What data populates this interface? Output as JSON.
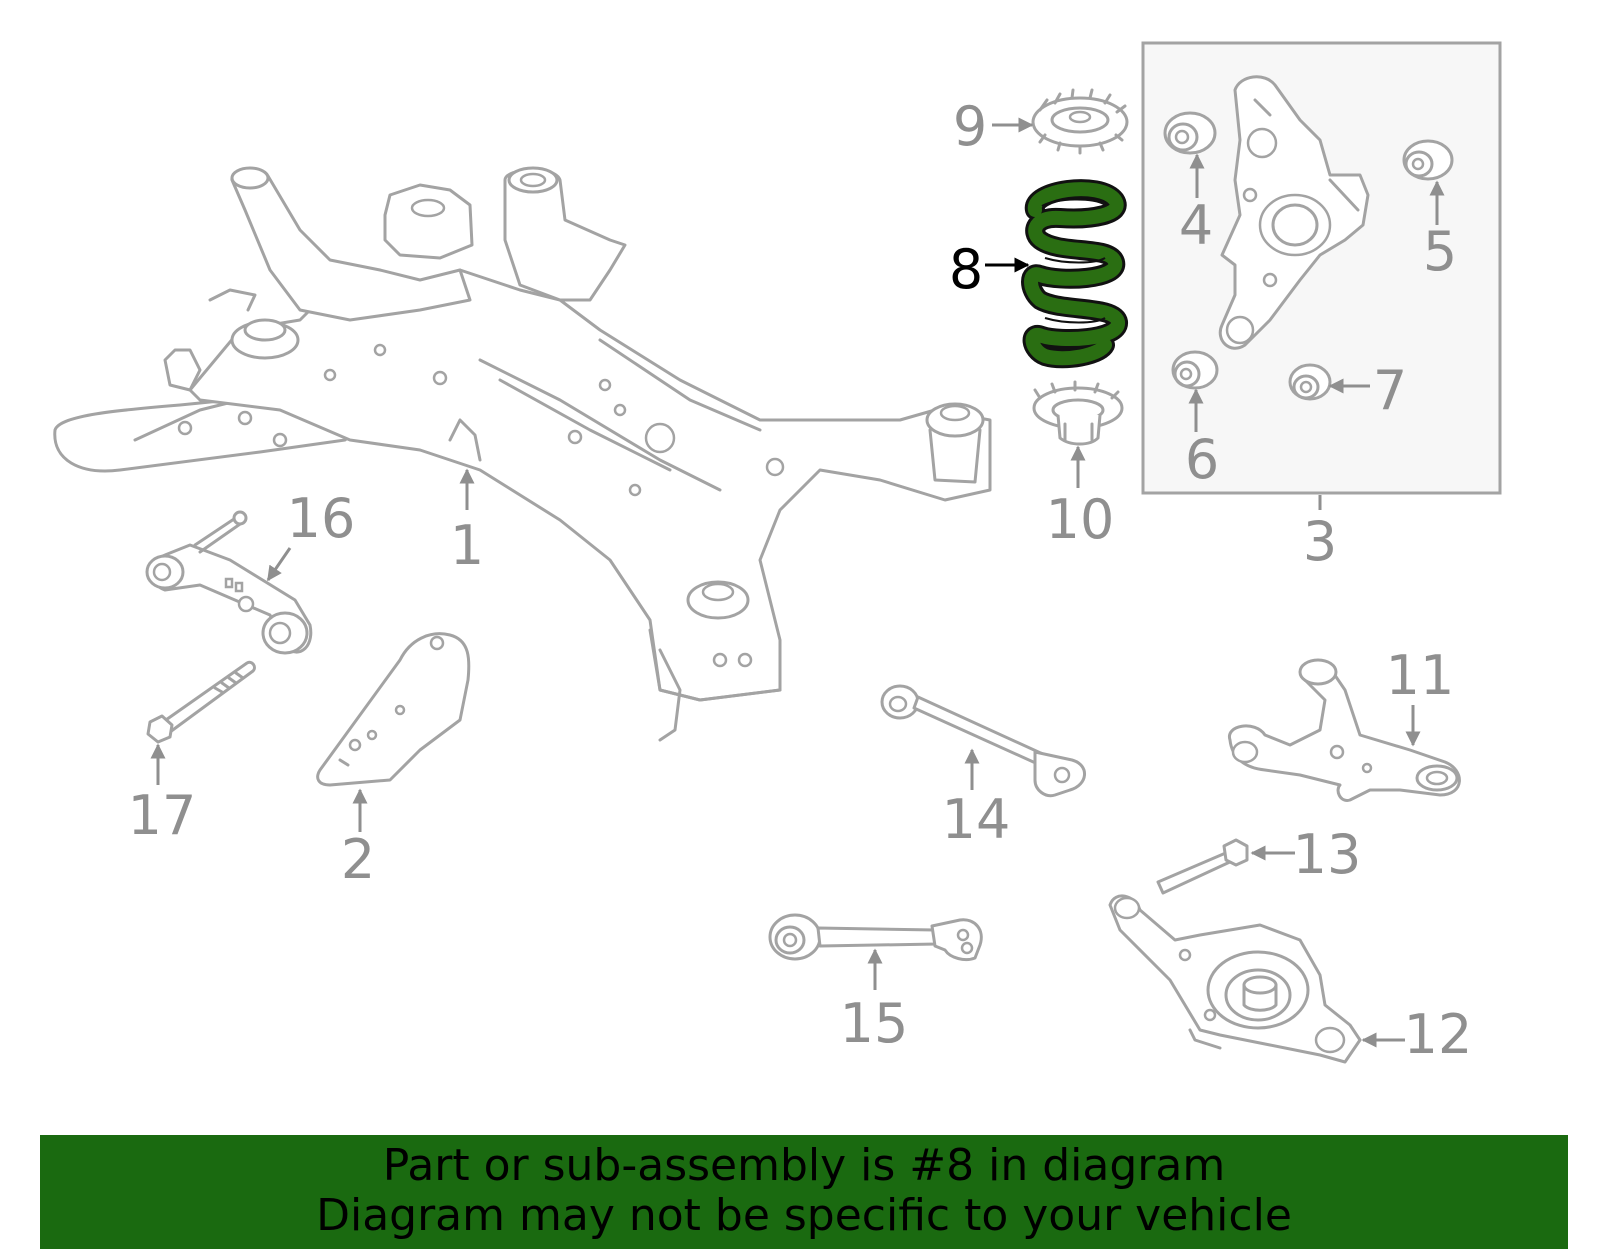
{
  "diagram": {
    "highlight_color": "#2a6e12",
    "callouts": {
      "c1": "1",
      "c2": "2",
      "c3": "3",
      "c4": "4",
      "c5": "5",
      "c6": "6",
      "c7": "7",
      "c8": "8",
      "c9": "9",
      "c10": "10",
      "c11": "11",
      "c12": "12",
      "c13": "13",
      "c14": "14",
      "c15": "15",
      "c16": "16",
      "c17": "17"
    }
  },
  "banner": {
    "background": "#1a6a10",
    "line1": "Part or sub-assembly is #8 in diagram",
    "line2": "Diagram may not be specific to your vehicle"
  }
}
